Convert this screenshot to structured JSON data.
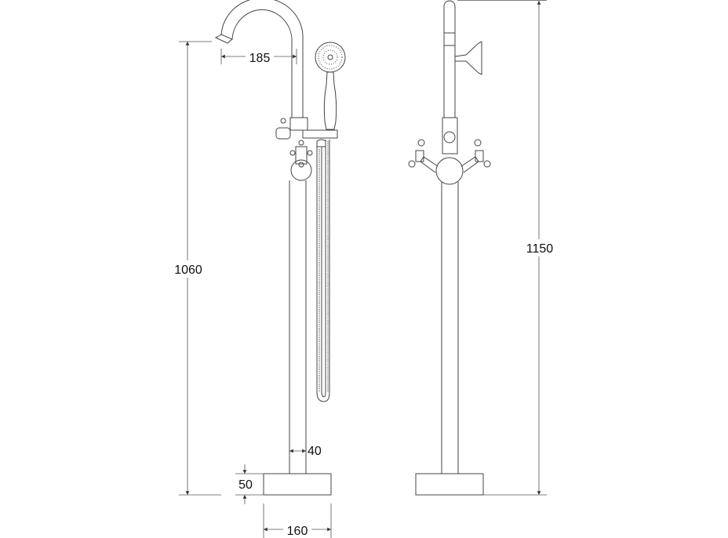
{
  "drawing": {
    "title": "Freestanding bath mixer dimension drawing",
    "dimensions": {
      "spout_reach": "185",
      "spout_height": "1060",
      "total_height": "1150",
      "pipe_diameter": "40",
      "base_height": "50",
      "base_width": "160"
    },
    "colors": {
      "line": "#444444",
      "text": "#111111",
      "background": "#ffffff"
    }
  }
}
